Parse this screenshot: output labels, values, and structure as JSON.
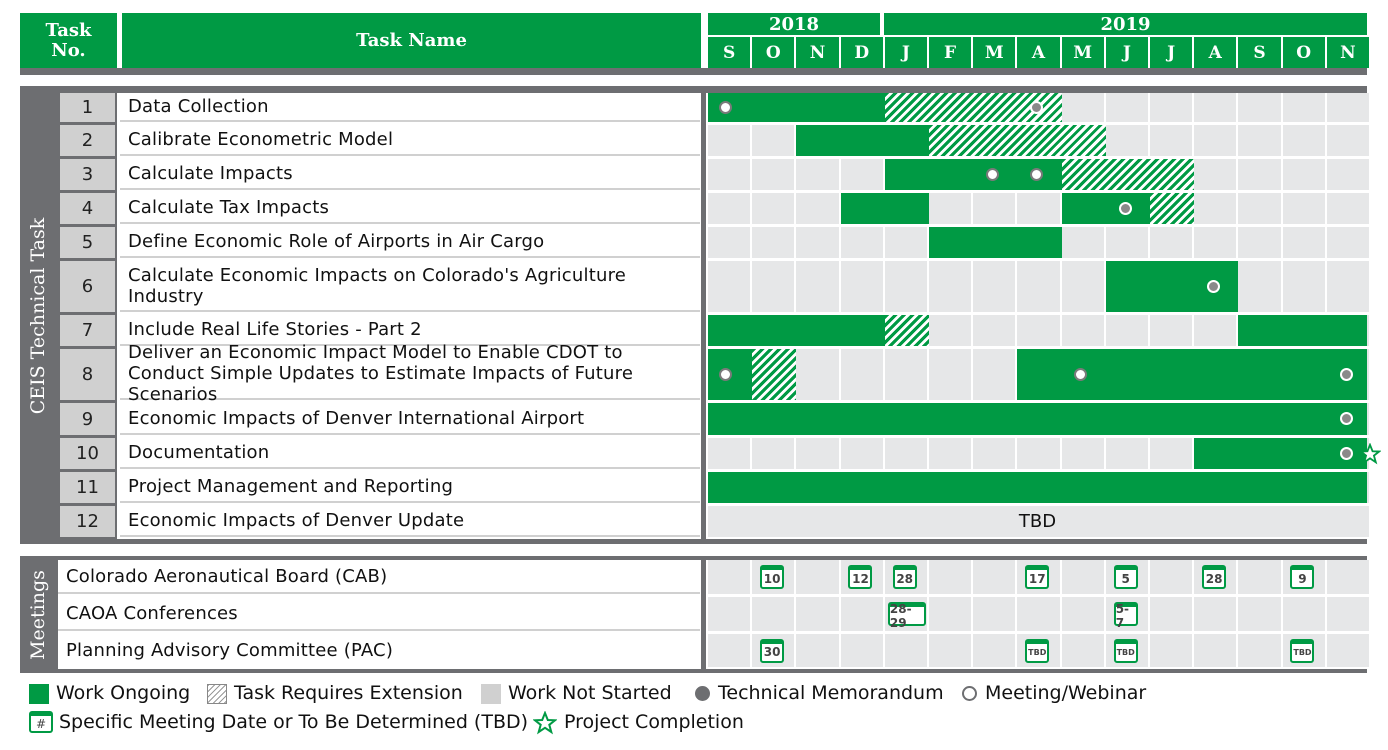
{
  "header": {
    "task_no": "Task\nNo.",
    "task_name": "Task Name",
    "years": [
      "2018",
      "2019"
    ],
    "months": [
      "S",
      "O",
      "N",
      "D",
      "J",
      "F",
      "M",
      "A",
      "M",
      "J",
      "J",
      "A",
      "S",
      "O",
      "N"
    ]
  },
  "side_labels": {
    "tasks": "CEIS Technical Task",
    "meetings": "Meetings"
  },
  "tasks": [
    {
      "no": "1",
      "name": "Data Collection"
    },
    {
      "no": "2",
      "name": "Calibrate Econometric Model"
    },
    {
      "no": "3",
      "name": "Calculate Impacts"
    },
    {
      "no": "4",
      "name": "Calculate Tax Impacts"
    },
    {
      "no": "5",
      "name": "Define Economic Role of Airports in Air Cargo"
    },
    {
      "no": "6",
      "name": "Calculate Economic Impacts on Colorado's Agriculture Industry"
    },
    {
      "no": "7",
      "name": "Include Real Life Stories - Part 2"
    },
    {
      "no": "8",
      "name": "Deliver an Economic Impact Model to Enable CDOT to Conduct Simple Updates to Estimate Impacts of Future Scenarios"
    },
    {
      "no": "9",
      "name": "Economic Impacts of Denver International Airport"
    },
    {
      "no": "10",
      "name": "Documentation"
    },
    {
      "no": "11",
      "name": "Project Management and Reporting"
    },
    {
      "no": "12",
      "name": "Economic Impacts of Denver Update"
    }
  ],
  "tbd_label": "TBD",
  "meetings": [
    {
      "name": "Colorado Aeronautical Board (CAB)",
      "dates": [
        "10",
        "12",
        "28",
        "17",
        "5",
        "28",
        "9"
      ]
    },
    {
      "name": "CAOA Conferences",
      "dates": [
        "28-29",
        "5-7"
      ]
    },
    {
      "name": "Planning Advisory Committee (PAC)",
      "dates": [
        "30",
        "TBD",
        "TBD",
        "TBD"
      ]
    }
  ],
  "legend": {
    "work_ongoing": "Work Ongoing",
    "extension": "Task Requires Extension",
    "not_started": "Work Not Started",
    "tech_memo": "Technical Memorandum",
    "meeting": "Meeting/Webinar",
    "specific_date": "Specific Meeting Date or To Be Determined (TBD)",
    "calendar_symbol": "#",
    "completion": "Project Completion"
  },
  "colors": {
    "green": "#009a44",
    "grey_dark": "#6d6e71",
    "grey_light": "#e6e7e8",
    "num_grey": "#d0d0d0"
  }
}
